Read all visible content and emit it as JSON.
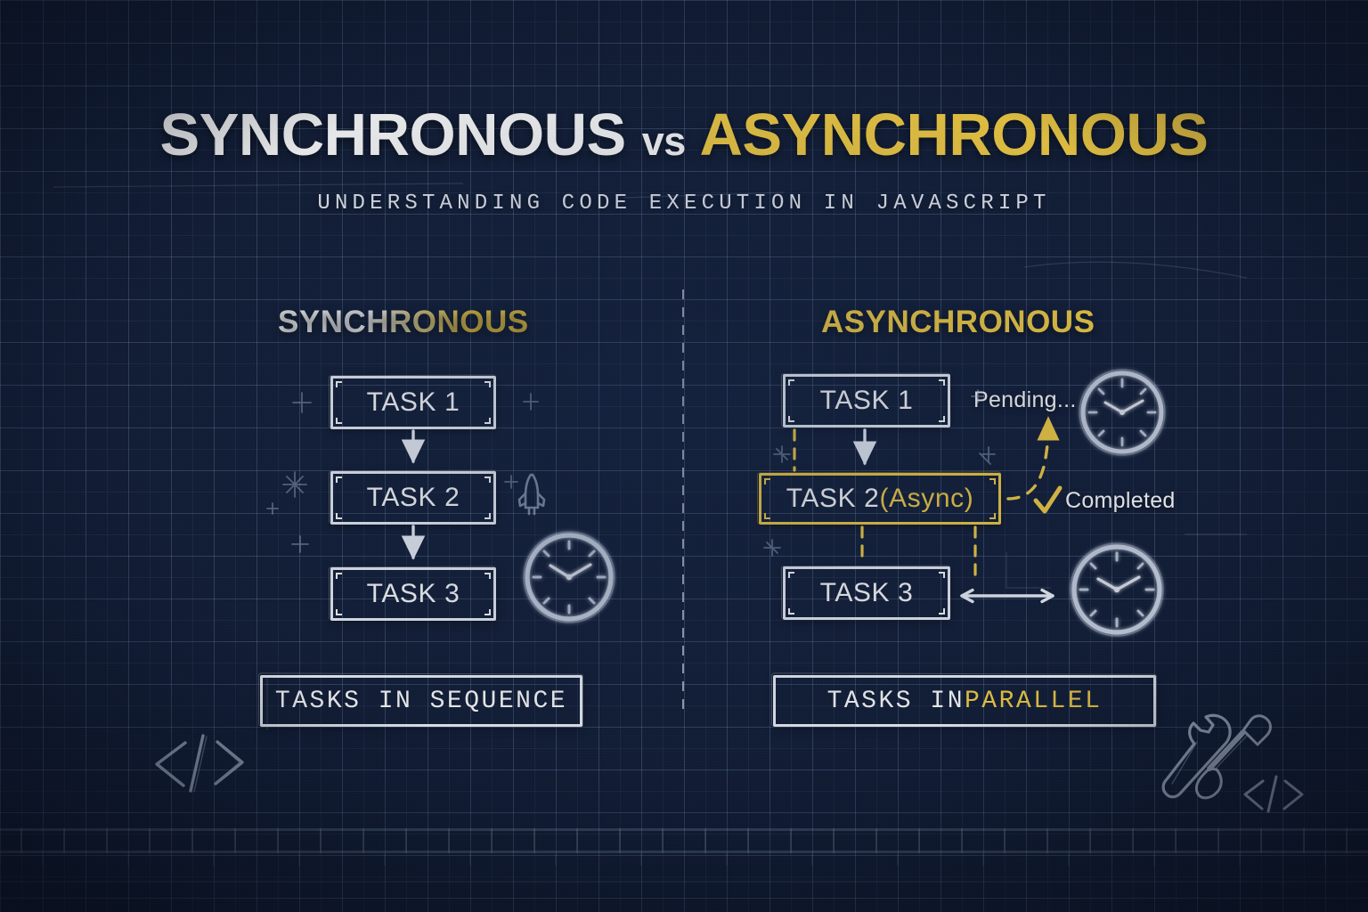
{
  "theme": {
    "background": "#131f38",
    "grid_line": "#96b4dc",
    "ink_white": "#eef3fb",
    "accent_yellow": "#f5cf45"
  },
  "header": {
    "title_part1": "SYNCHRONOUS",
    "title_vs": "vs",
    "title_part2": "ASYNCHRONOUS",
    "subtitle": "UNDERSTANDING CODE EXECUTION IN JAVASCRIPT"
  },
  "columns": {
    "sync": {
      "heading": "SYNCHRONOUS",
      "boxes": [
        {
          "label": "TASK 1"
        },
        {
          "label": "TASK 2"
        },
        {
          "label": "TASK 3"
        }
      ],
      "banner": "TASKS IN SEQUENCE",
      "banner_plain": "TASKS IN SEQUENCE"
    },
    "async": {
      "heading": "ASYNCHRONOUS",
      "boxes": [
        {
          "label": "TASK 1"
        },
        {
          "label": "TASK 2 ",
          "accent": "(Async)"
        },
        {
          "label": "TASK 3"
        }
      ],
      "banner_prefix": "TASKS IN ",
      "banner_accent": "PARALLEL",
      "annotations": {
        "pending": "Pending...",
        "completed": "Completed",
        "check_glyph": "check-mark-icon"
      }
    }
  },
  "icons": {
    "clock_sync": "clock-icon",
    "clock_async_top": "clock-icon",
    "clock_async_bottom": "clock-icon",
    "rocket": "rocket-icon",
    "code_left": "code-brackets-icon",
    "code_right": "code-brackets-icon",
    "wrench": "wrench-icon",
    "screwdriver": "screwdriver-icon",
    "ruler": "ruler-strip"
  }
}
